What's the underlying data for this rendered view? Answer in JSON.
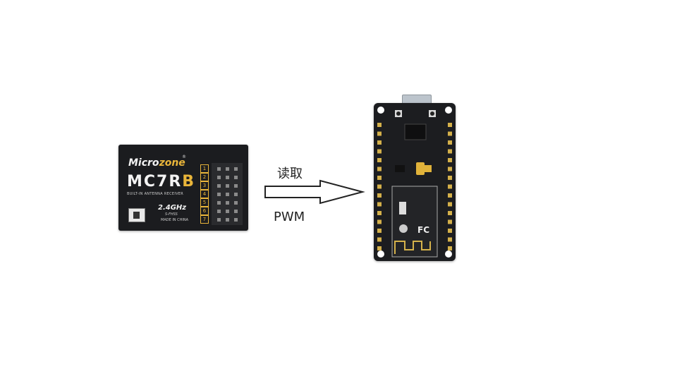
{
  "diagram": {
    "arrow_label_top": "读取",
    "arrow_label_bottom": "PWM"
  },
  "receiver": {
    "brand_part1": "Micro",
    "brand_part2": "zone",
    "registered": "®",
    "model_main": "MC7R",
    "model_suffix": "B",
    "subtitle": "BUILT-IN ANTENNA RECEIVER",
    "frequency": "2.4GHz",
    "mode": "S-FHSS",
    "origin": "MADE IN CHINA",
    "channel_labels": [
      "1",
      "2",
      "3",
      "4",
      "5",
      "6",
      "7"
    ],
    "colors": {
      "body": "#1b1c1f",
      "accent": "#e9b53a"
    }
  },
  "board": {
    "colors": {
      "pcb": "#1c1d20",
      "antenna": "#d5b24b",
      "usb": "#bcc4cc"
    }
  }
}
